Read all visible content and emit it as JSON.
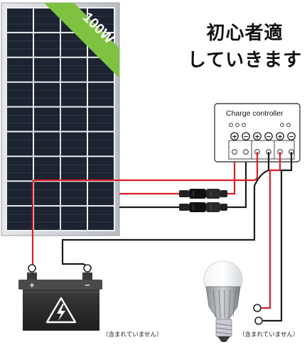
{
  "heading": {
    "line1": "初心者適",
    "line2": "していきます"
  },
  "panel": {
    "badge": "100W"
  },
  "controller": {
    "title": "Charge controller",
    "terminal_symbols": [
      "+",
      "−",
      "+",
      "−",
      "+",
      "−"
    ]
  },
  "battery": {
    "terminal_left": "+",
    "terminal_right": "−",
    "note": "（含まれていません）"
  },
  "bulb": {
    "note": "（含まれていません）"
  },
  "colors": {
    "wire_red": "#d81f26",
    "wire_black": "#1a1a1a",
    "panel_cell": "#1c2432",
    "panel_frame": "#c8ccd1",
    "badge_green": "#7fc241",
    "battery_body": "#2b2b2b"
  }
}
